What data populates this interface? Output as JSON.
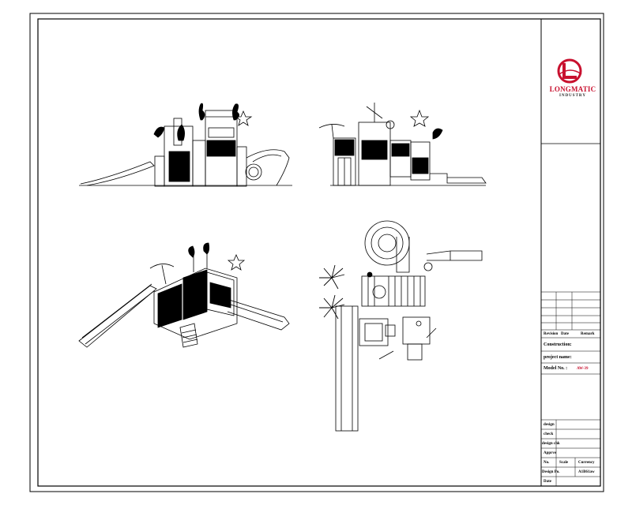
{
  "brand": {
    "name": "LONGMATIC",
    "sub": "INDUSTRY",
    "color": "#c8102e"
  },
  "title_block": {
    "revision": "Revision",
    "date": "Date",
    "remark": "Remark",
    "construction": "Construction:",
    "project_name": "project name:",
    "model_no_label": "Model No. :",
    "model_no_value": "AW-39",
    "design": "design",
    "check": "check",
    "design_chk": "design chk",
    "approve": "Apprve",
    "no": "No.",
    "scale_label": "Scale",
    "currency": "Currency",
    "design_po": "Design Po.",
    "drawing_no": "A1B61aw",
    "date_label": "Date"
  },
  "views": [
    "front-elevation",
    "side-elevation",
    "isometric-view",
    "plan-view"
  ]
}
